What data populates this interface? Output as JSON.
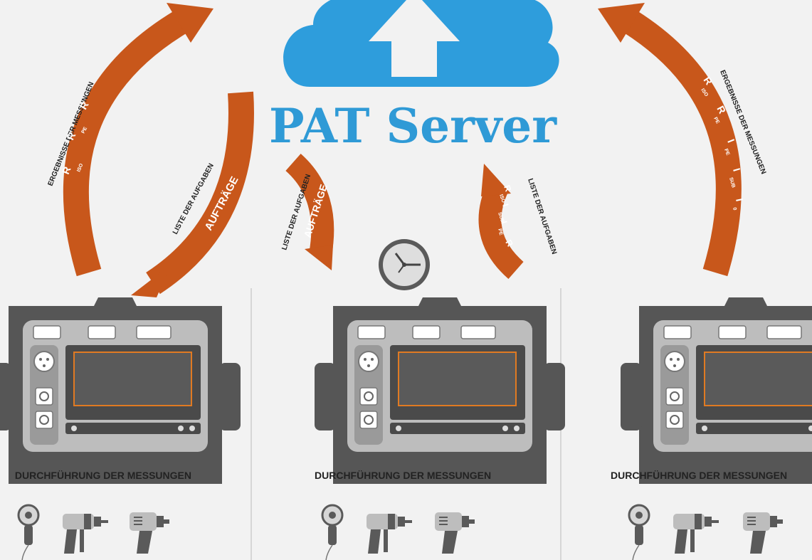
{
  "server": {
    "title": "PAT Server",
    "icon": "cloud-upload-icon",
    "color": "#2e9ddc"
  },
  "arrows": {
    "color": "#c8571b",
    "results_label": "ERGEBNISSE DER MESSUNGEN",
    "task_list_label": "LISTE DER AUFGABEN",
    "orders_label": "AUFTRÄGE",
    "left_results": {
      "labels": [
        "R",
        "PE",
        "R",
        "ISO",
        "R"
      ]
    },
    "right_results": {
      "labels": [
        "R",
        "ISO",
        "R",
        "PE",
        "I",
        "PE",
        "I",
        "SUB",
        "I",
        "0"
      ]
    },
    "right_task_list": {
      "labels": [
        "R",
        "ISO",
        "I",
        "SUB",
        "I",
        "PE",
        "R"
      ]
    }
  },
  "columns": [
    {
      "label": "DURCHFÜHRUNG DER MESSUNGEN"
    },
    {
      "label": "DURCHFÜHRUNG DER MESSUNGEN"
    },
    {
      "label": "DURCHFÜHRUNG DER MESSUNGEN"
    }
  ],
  "icons": {
    "device": "pat-tester-icon",
    "clock": "clock-icon",
    "tools": [
      "angle-grinder-icon",
      "drill-icon",
      "impact-wrench-icon"
    ]
  },
  "colors": {
    "background": "#f2f2f2",
    "device_body": "#555555",
    "device_panel": "#bcbcbc",
    "screen_border": "#e07a22",
    "divider": "#bbbbbb"
  }
}
